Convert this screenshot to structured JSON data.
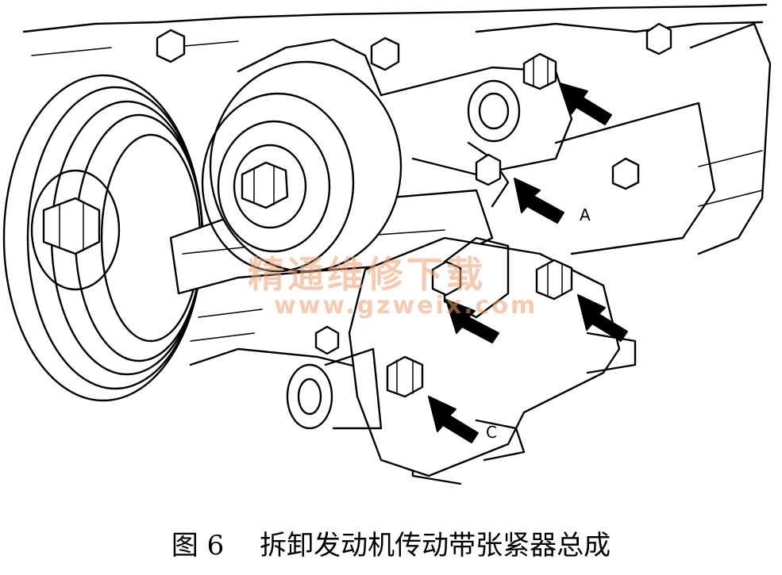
{
  "diagram": {
    "part_labels": {
      "a": "A",
      "c": "C"
    },
    "arrow_count": 5
  },
  "watermark": {
    "text_cn": "精通维修下载",
    "url": "www.gzweix.com"
  },
  "caption": {
    "figure_no": "图 6",
    "title": "拆卸发动机传动带张紧器总成"
  }
}
